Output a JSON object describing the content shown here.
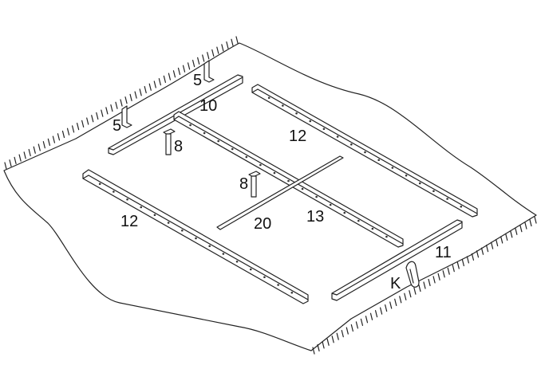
{
  "labels": {
    "bracket_top": "5",
    "bracket_left": "5",
    "cross_rail_back": "10",
    "leg_back": "8",
    "leg_center": "8",
    "side_rail_right": "12",
    "side_rail_left": "12",
    "center_rail": "13",
    "tie_bar": "20",
    "cross_rail_front": "11",
    "clip": "K"
  }
}
